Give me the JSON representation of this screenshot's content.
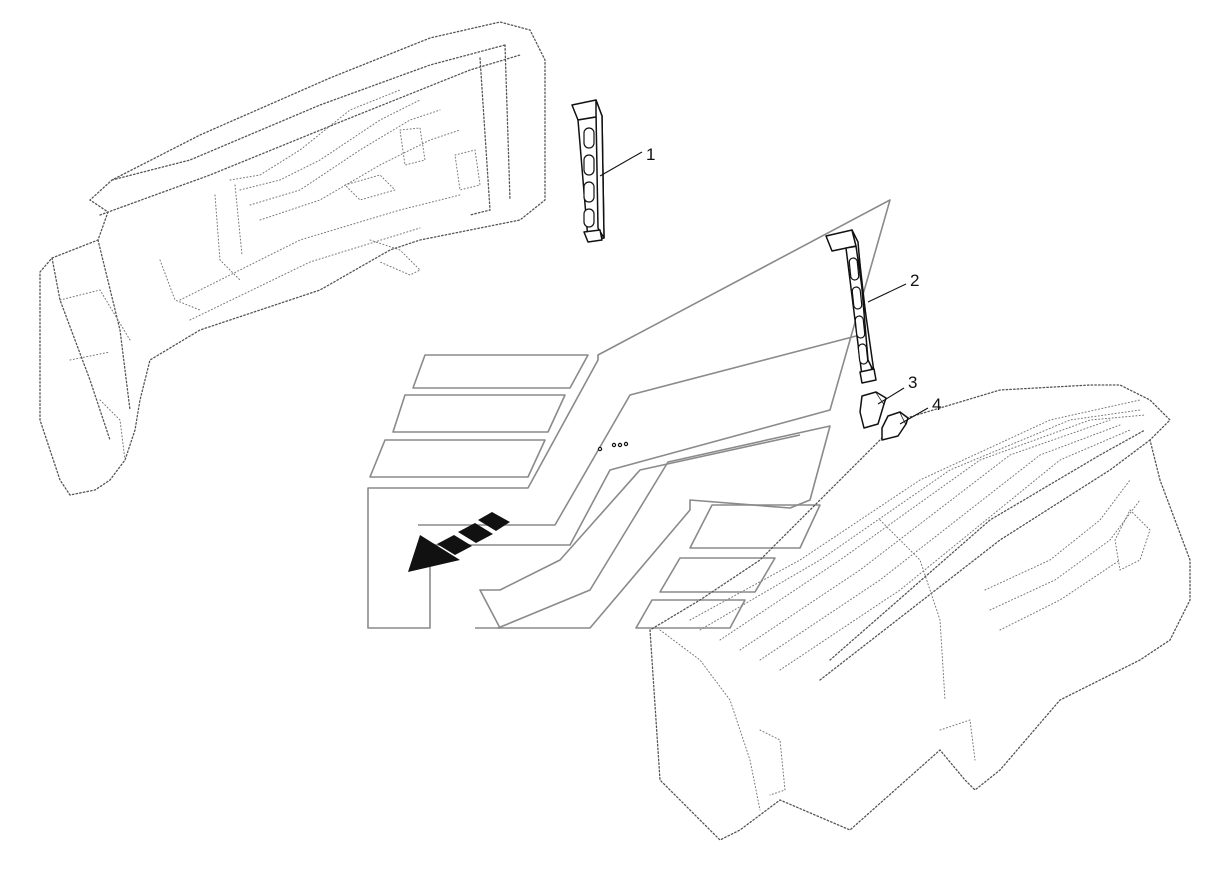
{
  "callouts": {
    "part1": "1",
    "part2": "2",
    "part3": "3",
    "part4": "4"
  },
  "colors": {
    "outline": "#555555",
    "decal": "#8a8a8a",
    "part": "#111111",
    "background": "#ffffff"
  }
}
